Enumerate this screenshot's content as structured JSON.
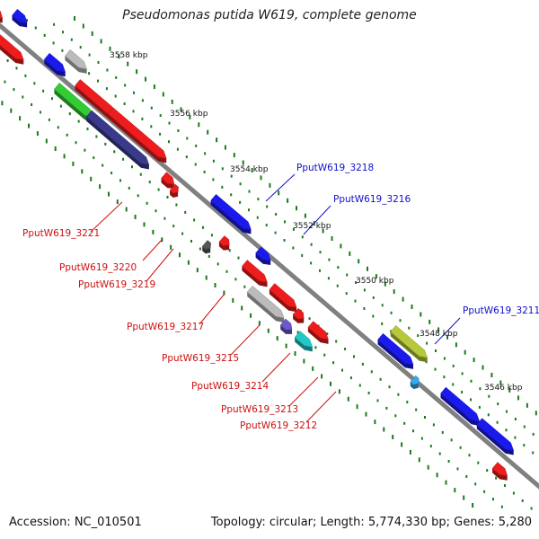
{
  "title": "Pseudomonas putida W619, complete genome",
  "footer": {
    "accession": "Accession: NC_010501",
    "topology": "Topology: circular; Length: 5,774,330 bp; Genes: 5,280"
  },
  "kbp_labels": [
    "3558 kbp",
    "3556 kbp",
    "3554 kbp",
    "3552 kbp",
    "3550 kbp",
    "3548 kbp",
    "3546 kbp"
  ],
  "gene_labels": {
    "top": [
      "PputW619_3218",
      "PputW619_3216",
      "PputW619_3211"
    ],
    "bottom": [
      "PputW619_3221",
      "PputW619_3220",
      "PputW619_3219",
      "PputW619_3217",
      "PputW619_3215",
      "PputW619_3214",
      "PputW619_3213",
      "PputW619_3212"
    ]
  },
  "colors": {
    "label_top": "#1010cc",
    "label_bottom": "#cc1010",
    "backbone": "#808080",
    "ticks": "#1a7a1a",
    "red": "#ee1c1c",
    "blue": "#1a1aee",
    "gray": "#bbbbbb",
    "green": "#33cc33",
    "navy": "#3a3a8c",
    "olive": "#b5c93a",
    "cyan": "#22c8c8",
    "purple": "#6a5acd",
    "darkgray": "#555555",
    "skyblue": "#33aaee"
  }
}
